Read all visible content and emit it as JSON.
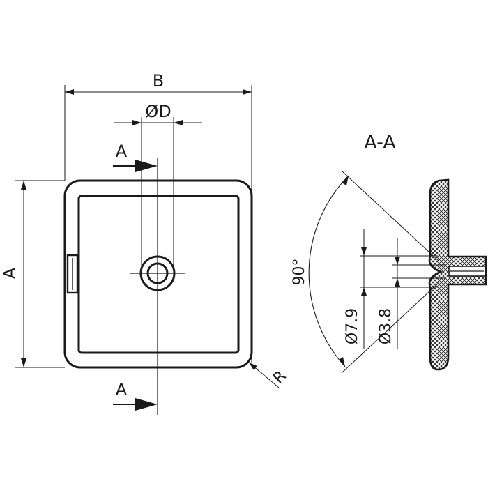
{
  "drawing": {
    "front_view": {
      "width_label": "B",
      "height_label": "A",
      "hole_diameter_label": "ØD",
      "radius_label": "R",
      "section_marker_top": "A",
      "section_marker_bottom": "A"
    },
    "section_view": {
      "title": "A-A",
      "angle_label": "90°",
      "outer_diameter_label": "Ø7.9",
      "inner_diameter_label": "Ø3.8"
    }
  }
}
